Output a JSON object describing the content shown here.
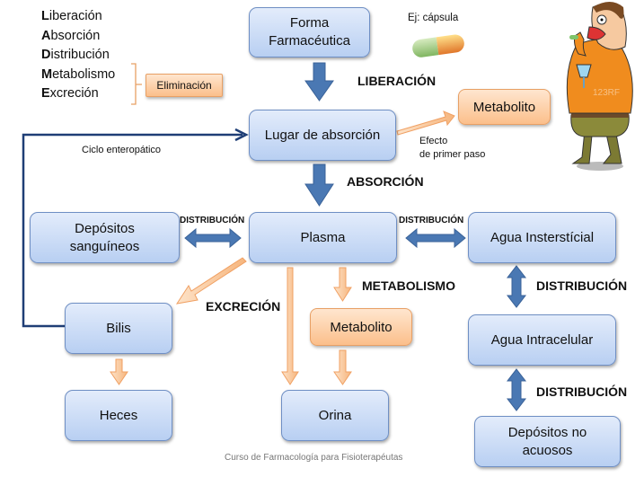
{
  "ladme": {
    "items": [
      {
        "initial": "L",
        "rest": "iberación"
      },
      {
        "initial": "A",
        "rest": "bsorción"
      },
      {
        "initial": "D",
        "rest": "istribución"
      },
      {
        "initial": "M",
        "rest": "etabolismo"
      },
      {
        "initial": "E",
        "rest": "xcreción"
      }
    ],
    "elimination_label": "Eliminación"
  },
  "nodes": {
    "forma": "Forma Farmacéutica",
    "lugar": "Lugar de absorción",
    "metabolito_top": "Metabolito",
    "depositos_sanguineos": "Depósitos sanguíneos",
    "plasma": "Plasma",
    "agua_intersticial": "Agua Insterstícial",
    "bilis": "Bilis",
    "metabolito_mid": "Metabolito",
    "agua_intracelular": "Agua Intracelular",
    "heces": "Heces",
    "orina": "Orina",
    "depositos_no_acuosos": "Depósitos no acuosos"
  },
  "labels": {
    "capsule_example": "Ej: cápsula",
    "liberacion": "LIBERACIÓN",
    "absorcion": "ABSORCIÓN",
    "efecto_line1": "Efecto",
    "efecto_line2": "de primer paso",
    "ciclo": "Ciclo enteropático",
    "distribucion_left": "DISTRIBUCIÓN",
    "distribucion_right": "DISTRIBUCIÓN",
    "distribucion_v1": "DISTRIBUCIÓN",
    "distribucion_v2": "DISTRIBUCIÓN",
    "excrecion": "EXCRECIÓN",
    "metabolismo": "METABOLISMO",
    "watermark": "123RF"
  },
  "footer": "Curso de Farmacología para Fisioterapéutas",
  "colors": {
    "blue_box": "#b8cff2",
    "blue_arrow": "#4a78b3",
    "orange_box": "#fbbf8b",
    "orange_arrow": "#f6b57d",
    "cycle_line": "#1f3e76"
  }
}
